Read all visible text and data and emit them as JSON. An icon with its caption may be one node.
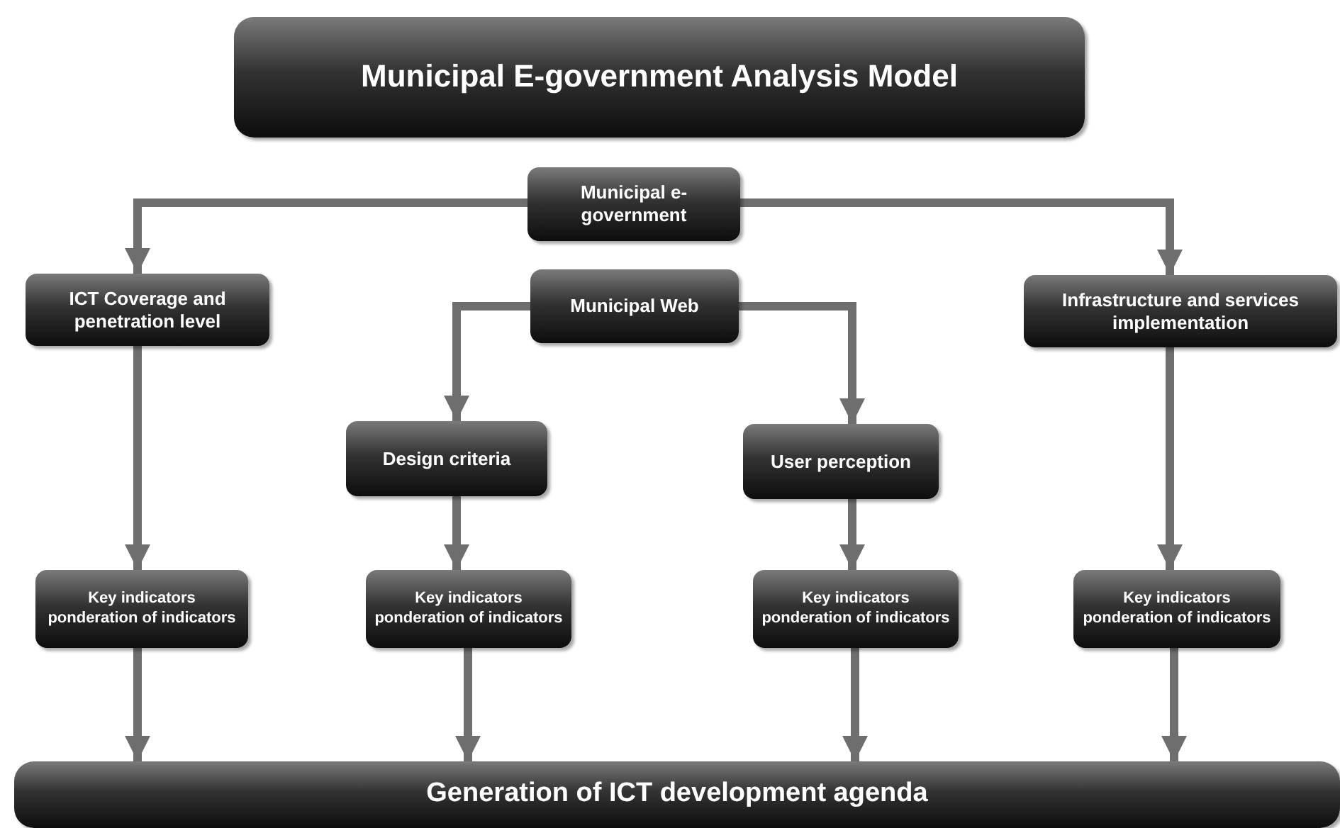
{
  "diagram": {
    "nodes": [
      {
        "text": [
          "Municipal E-government Analysis Model"
        ]
      },
      {
        "text": [
          "Municipal e-government"
        ]
      },
      {
        "text": [
          "ICT Coverage and penetration level"
        ]
      },
      {
        "text": [
          "Municipal Web"
        ]
      },
      {
        "text": [
          "Infrastructure and services implementation"
        ]
      },
      {
        "text": [
          "Design criteria"
        ]
      },
      {
        "text": [
          "User perception"
        ]
      },
      {
        "text": [
          "Key indicators ponderation of indicators"
        ]
      },
      {
        "text": [
          "Key indicators ponderation of indicators"
        ]
      },
      {
        "text": [
          "Key indicators ponderation of indicators"
        ]
      },
      {
        "text": [
          "Key indicators ponderation of indicators"
        ]
      },
      {
        "text": [
          "Generation of ICT development agenda"
        ]
      }
    ],
    "edges": [
      {
        "from": 1,
        "to": 2,
        "arrow": "to"
      },
      {
        "from": 1,
        "to": 4,
        "arrow": "to"
      },
      {
        "from": 3,
        "to": 5,
        "arrow": "to"
      },
      {
        "from": 3,
        "to": 6,
        "arrow": "to"
      },
      {
        "from": 2,
        "to": 7,
        "arrow": "to"
      },
      {
        "from": 5,
        "to": 8,
        "arrow": "to"
      },
      {
        "from": 6,
        "to": 9,
        "arrow": "to"
      },
      {
        "from": 4,
        "to": 10,
        "arrow": "to"
      },
      {
        "from": 7,
        "to": 11,
        "arrow": "to"
      },
      {
        "from": 8,
        "to": 11,
        "arrow": "to"
      },
      {
        "from": 9,
        "to": 11,
        "arrow": "to"
      },
      {
        "from": 10,
        "to": 11,
        "arrow": "to"
      }
    ]
  }
}
